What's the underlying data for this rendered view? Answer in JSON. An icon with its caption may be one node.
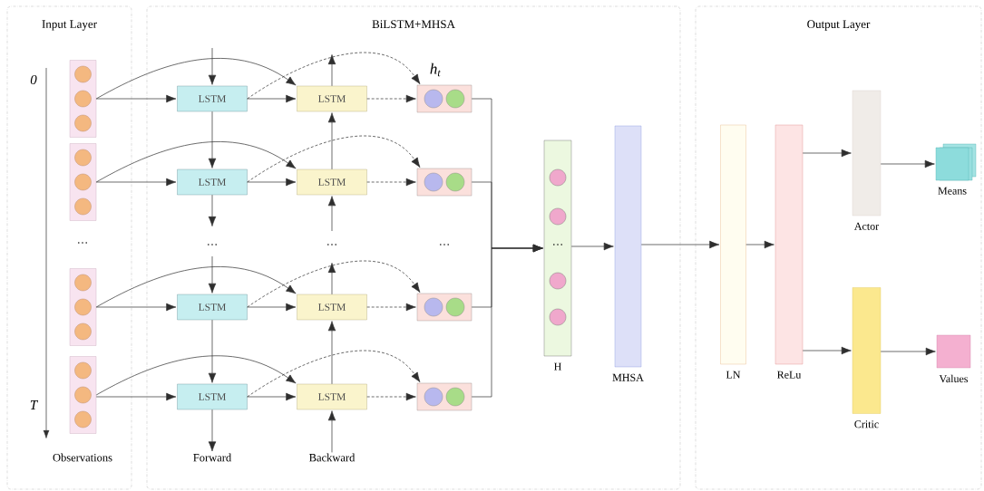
{
  "diagram": {
    "nodes": [
      {
        "text": [
          "Input Layer"
        ]
      },
      {
        "text": [
          "BiLSTM+MHSA"
        ]
      },
      {
        "text": [
          "Output Layer"
        ]
      },
      {
        "text": [],
        "shape": "box",
        "in": 0
      },
      {
        "text": [],
        "shape": "box",
        "in": 0
      },
      {
        "text": [],
        "shape": "box",
        "in": 0
      },
      {
        "text": [],
        "shape": "box",
        "in": 0
      },
      {
        "text": [
          "LSTM"
        ],
        "in": 1
      },
      {
        "text": [
          "LSTM"
        ],
        "in": 1
      },
      {
        "text": [
          "LSTM"
        ],
        "in": 1
      },
      {
        "text": [
          "LSTM"
        ],
        "in": 1
      },
      {
        "text": [
          "LSTM"
        ],
        "in": 1
      },
      {
        "text": [
          "LSTM"
        ],
        "in": 1
      },
      {
        "text": [
          "LSTM"
        ],
        "in": 1
      },
      {
        "text": [
          "LSTM"
        ],
        "in": 1
      },
      {
        "text": [],
        "shape": "box",
        "in": 1,
        "beside": [
          "h$_{t}$"
        ]
      },
      {
        "text": [],
        "shape": "box",
        "in": 1
      },
      {
        "text": [],
        "shape": "box",
        "in": 1
      },
      {
        "text": [],
        "shape": "box",
        "in": 1
      },
      {
        "text": [
          "H"
        ],
        "in": 1
      },
      {
        "text": [
          "MHSA"
        ],
        "in": 1
      },
      {
        "text": [
          "LN"
        ],
        "in": 2
      },
      {
        "text": [
          "ReLu"
        ],
        "in": 2
      },
      {
        "text": [
          "Actor"
        ],
        "in": 2
      },
      {
        "text": [
          "Means"
        ],
        "in": 2
      },
      {
        "text": [
          "Critic"
        ],
        "in": 2
      },
      {
        "text": [
          "Values"
        ],
        "in": 2
      },
      {
        "text": [
          "Forward"
        ],
        "in": 1
      },
      {
        "text": [
          "Backward"
        ],
        "in": 1
      }
    ],
    "edges": [
      {
        "from": 3,
        "to": 7,
        "arrow": "to"
      },
      {
        "from": 3,
        "to": 11,
        "arrow": "to"
      },
      {
        "from": 7,
        "to": 11,
        "arrow": "to"
      },
      {
        "from": 7,
        "to": 15,
        "arrow": "to",
        "style": "dashed"
      },
      {
        "from": 11,
        "to": 15,
        "arrow": "to",
        "style": "dashed"
      },
      {
        "from": 4,
        "to": 8,
        "arrow": "to"
      },
      {
        "from": 4,
        "to": 12,
        "arrow": "to"
      },
      {
        "from": 8,
        "to": 12,
        "arrow": "to"
      },
      {
        "from": 8,
        "to": 16,
        "arrow": "to",
        "style": "dashed"
      },
      {
        "from": 12,
        "to": 16,
        "arrow": "to",
        "style": "dashed"
      },
      {
        "from": 5,
        "to": 9,
        "arrow": "to"
      },
      {
        "from": 5,
        "to": 13,
        "arrow": "to"
      },
      {
        "from": 9,
        "to": 13,
        "arrow": "to"
      },
      {
        "from": 9,
        "to": 17,
        "arrow": "to",
        "style": "dashed"
      },
      {
        "from": 13,
        "to": 17,
        "arrow": "to",
        "style": "dashed"
      },
      {
        "from": 6,
        "to": 10,
        "arrow": "to"
      },
      {
        "from": 6,
        "to": 14,
        "arrow": "to"
      },
      {
        "from": 10,
        "to": 14,
        "arrow": "to"
      },
      {
        "from": 10,
        "to": 18,
        "arrow": "to",
        "style": "dashed"
      },
      {
        "from": 14,
        "to": 18,
        "arrow": "to",
        "style": "dashed"
      },
      {
        "from": null,
        "to": 7,
        "arrow": "to"
      },
      {
        "from": 7,
        "to": 8,
        "arrow": "to"
      },
      {
        "from": 8,
        "to": null,
        "arrow": "to"
      },
      {
        "from": null,
        "to": 9,
        "arrow": "to"
      },
      {
        "from": 9,
        "to": 10,
        "arrow": "to"
      },
      {
        "from": 10,
        "to": 27,
        "arrow": "to"
      },
      {
        "from": 11,
        "to": null,
        "arrow": "to"
      },
      {
        "from": 12,
        "to": 11,
        "arrow": "to"
      },
      {
        "from": null,
        "to": 12,
        "arrow": "to"
      },
      {
        "from": 13,
        "to": null,
        "arrow": "to"
      },
      {
        "from": 14,
        "to": 13,
        "arrow": "to"
      },
      {
        "from": 28,
        "to": 14,
        "arrow": "to"
      },
      {
        "from": 15,
        "to": 19,
        "arrow": "to"
      },
      {
        "from": 16,
        "to": 19,
        "arrow": "to"
      },
      {
        "from": 17,
        "to": 19,
        "arrow": "to"
      },
      {
        "from": 18,
        "to": 19,
        "arrow": "to"
      },
      {
        "from": 19,
        "to": 20,
        "arrow": "to"
      },
      {
        "from": 20,
        "to": 21,
        "arrow": "to"
      },
      {
        "from": 21,
        "to": 22,
        "arrow": "to"
      },
      {
        "from": 22,
        "to": 23,
        "arrow": "to"
      },
      {
        "from": 22,
        "to": 25,
        "arrow": "to"
      },
      {
        "from": 23,
        "to": 24,
        "arrow": "to"
      },
      {
        "from": 25,
        "to": 26,
        "arrow": "to"
      }
    ],
    "labels": [
      "0",
      "…",
      "…",
      "…",
      "…",
      "…",
      "T",
      "Observations"
    ]
  }
}
